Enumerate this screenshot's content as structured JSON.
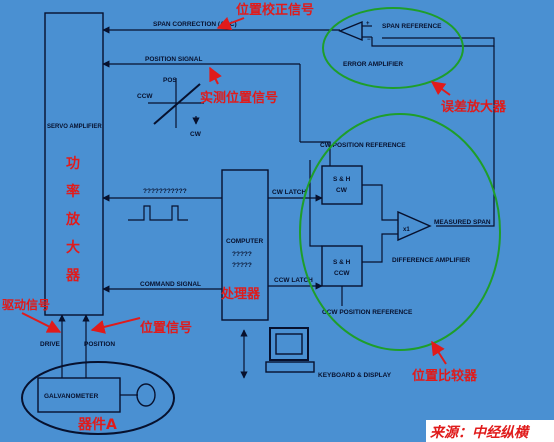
{
  "labels": {
    "span_correction": "SPAN CORRECTION (AGC)",
    "span_reference": "SPAN REFERENCE",
    "error_amplifier": "ERROR AMPLIFIER",
    "position_signal": "POSITION SIGNAL",
    "pos": "POS",
    "ccw": "CCW",
    "cw": "CW",
    "servo_amplifier": "SERVO AMPLIFIER",
    "unknown_signal": "???????????",
    "cw_position_reference": "CW POSITION REFERENCE",
    "sh_cw_1": "S & H",
    "sh_cw_2": "CW",
    "cw_latch": "CW LATCH",
    "x1": "x1",
    "measured_span": "MEASURED SPAN",
    "computer": "COMPUTER",
    "computer_q1": "?????",
    "computer_q2": "?????",
    "difference_amplifier": "DIFFERENCE AMPLIFIER",
    "sh_ccw_1": "S & H",
    "sh_ccw_2": "CCW",
    "command_signal": "COMMAND SIGNAL",
    "ccw_latch": "CCW LATCH",
    "ccw_position_reference": "CCW POSITION REFERENCE",
    "drive": "DRIVE",
    "position": "POSITION",
    "keyboard_display": "KEYBOARD & DISPLAY",
    "galvanometer": "GALVANOMETER"
  },
  "annotations": {
    "pos_correction_signal": "位置校正信号",
    "measured_position_signal": "实测位置信号",
    "error_amplifier_cn": "误差放大器",
    "power_amplifier_1": "功",
    "power_amplifier_2": "率",
    "power_amplifier_3": "放",
    "power_amplifier_4": "大",
    "power_amplifier_5": "器",
    "processor": "处理器",
    "drive_signal": "驱动信号",
    "position_signal_cn": "位置信号",
    "position_comparator": "位置比较器",
    "device_a": "器件A",
    "source": "来源：中经纵横"
  },
  "colors": {
    "background": "#4a90d2",
    "ink": "#07112e",
    "annotation_red": "#e01b1b",
    "highlight_green": "#1e9e2a"
  }
}
